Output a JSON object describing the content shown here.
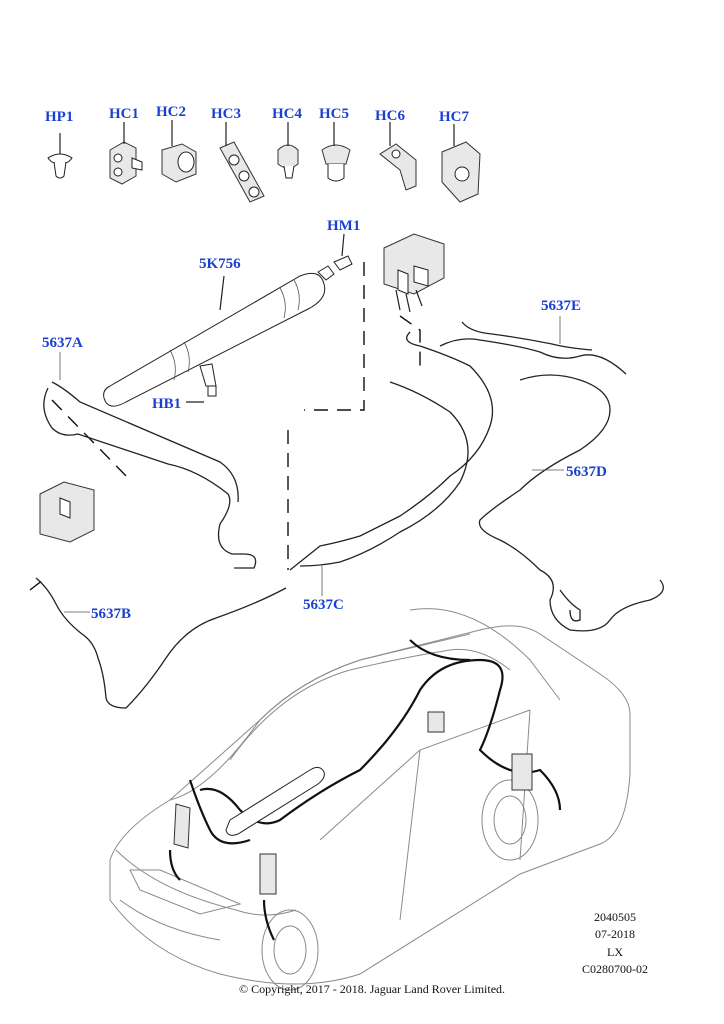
{
  "parts": {
    "hp1": "HP1",
    "hc1": "HC1",
    "hc2": "HC2",
    "hc3": "HC3",
    "hc4": "HC4",
    "hc5": "HC5",
    "hc6": "HC6",
    "hc7": "HC7",
    "hm1": "HM1",
    "k756": "5K756",
    "hb1": "HB1",
    "p5637a": "5637A",
    "p5637b": "5637B",
    "p5637c": "5637C",
    "p5637d": "5637D",
    "p5637e": "5637E"
  },
  "meta": {
    "code1": "2040505",
    "date": "07-2018",
    "lx": "LX",
    "ref": "C0280700-02"
  },
  "copyright": "© Copyright, 2017 - 2018. Jaguar Land Rover Limited."
}
